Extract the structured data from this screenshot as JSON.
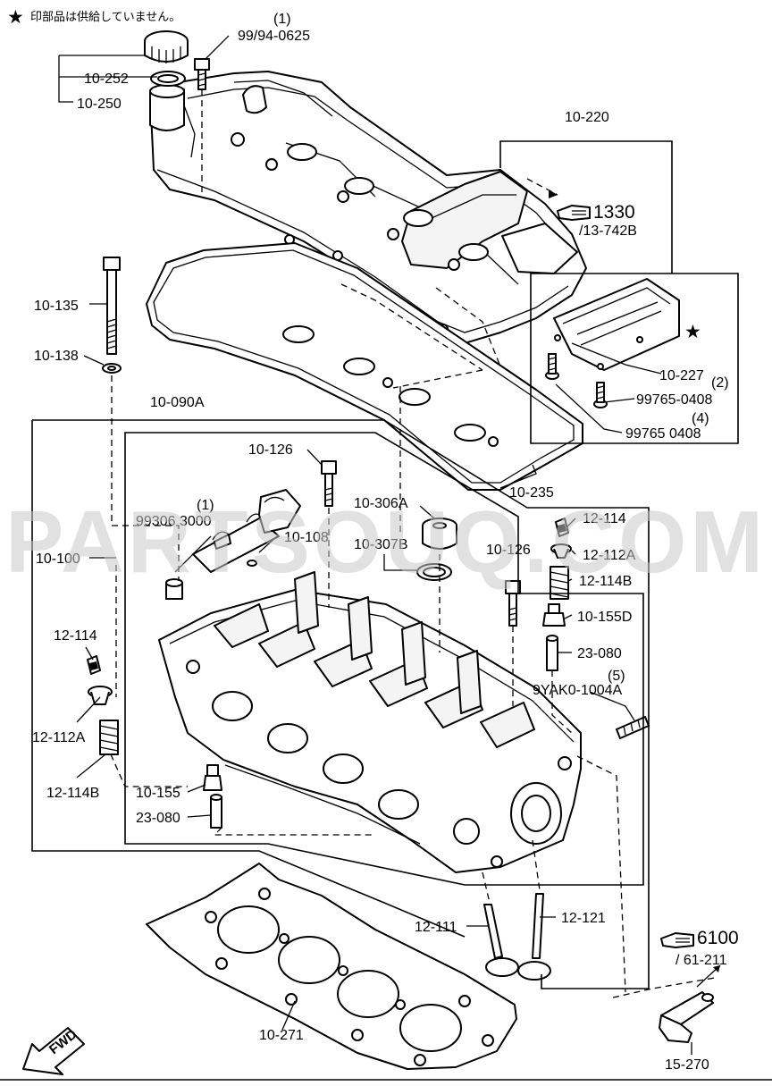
{
  "note": {
    "star": "★",
    "text": "印部品は供給していません。"
  },
  "watermark": "PARTSOUQ.COM",
  "labels": {
    "qty_1a": "(1)",
    "bolt_99_94_0625": "99/94-0625",
    "p10_252": "10-252",
    "p10_250": "10-250",
    "p10_220": "10-220",
    "ref_1330": "1330",
    "ref_13_742b": "/13-742B",
    "p10_135": "10-135",
    "p10_138": "10-138",
    "p10_227": "10-227",
    "qty_2": "(2)",
    "bolt_99765_0408_a": "99765-0408",
    "qty_4": "(4)",
    "bolt_99765_0408_b": "99765 0408",
    "p10_090a": "10-090A",
    "p10_126_a": "10-126",
    "p10_235": "10-235",
    "qty_1b": "(1)",
    "p99306_3000": "99306 3000",
    "p10_306a": "10-306A",
    "p10_108": "10-108",
    "p10_307b": "10-307B",
    "p12_114_r": "12-114",
    "p12_112a_r": "12-112A",
    "p10_126_b": "10-126",
    "p12_114b_r": "12-114B",
    "p10_100": "10-100",
    "p10_155d": "10-155D",
    "p23_080_r": "23-080",
    "p12_114_l": "12-114",
    "qty_5": "(5)",
    "p9yak0_1004a": "9YAK0-1004A",
    "p12_112a_l": "12-112A",
    "p12_114b_l": "12-114B",
    "p10_155": "10-155",
    "p23_080_l": "23-080",
    "p12_111": "12-111",
    "p12_121": "12-121",
    "ref_6100": "6100",
    "ref_61_211": "/ 61-211",
    "p10_271": "10-271",
    "p15_270": "15-270",
    "fwd": "FWD"
  }
}
